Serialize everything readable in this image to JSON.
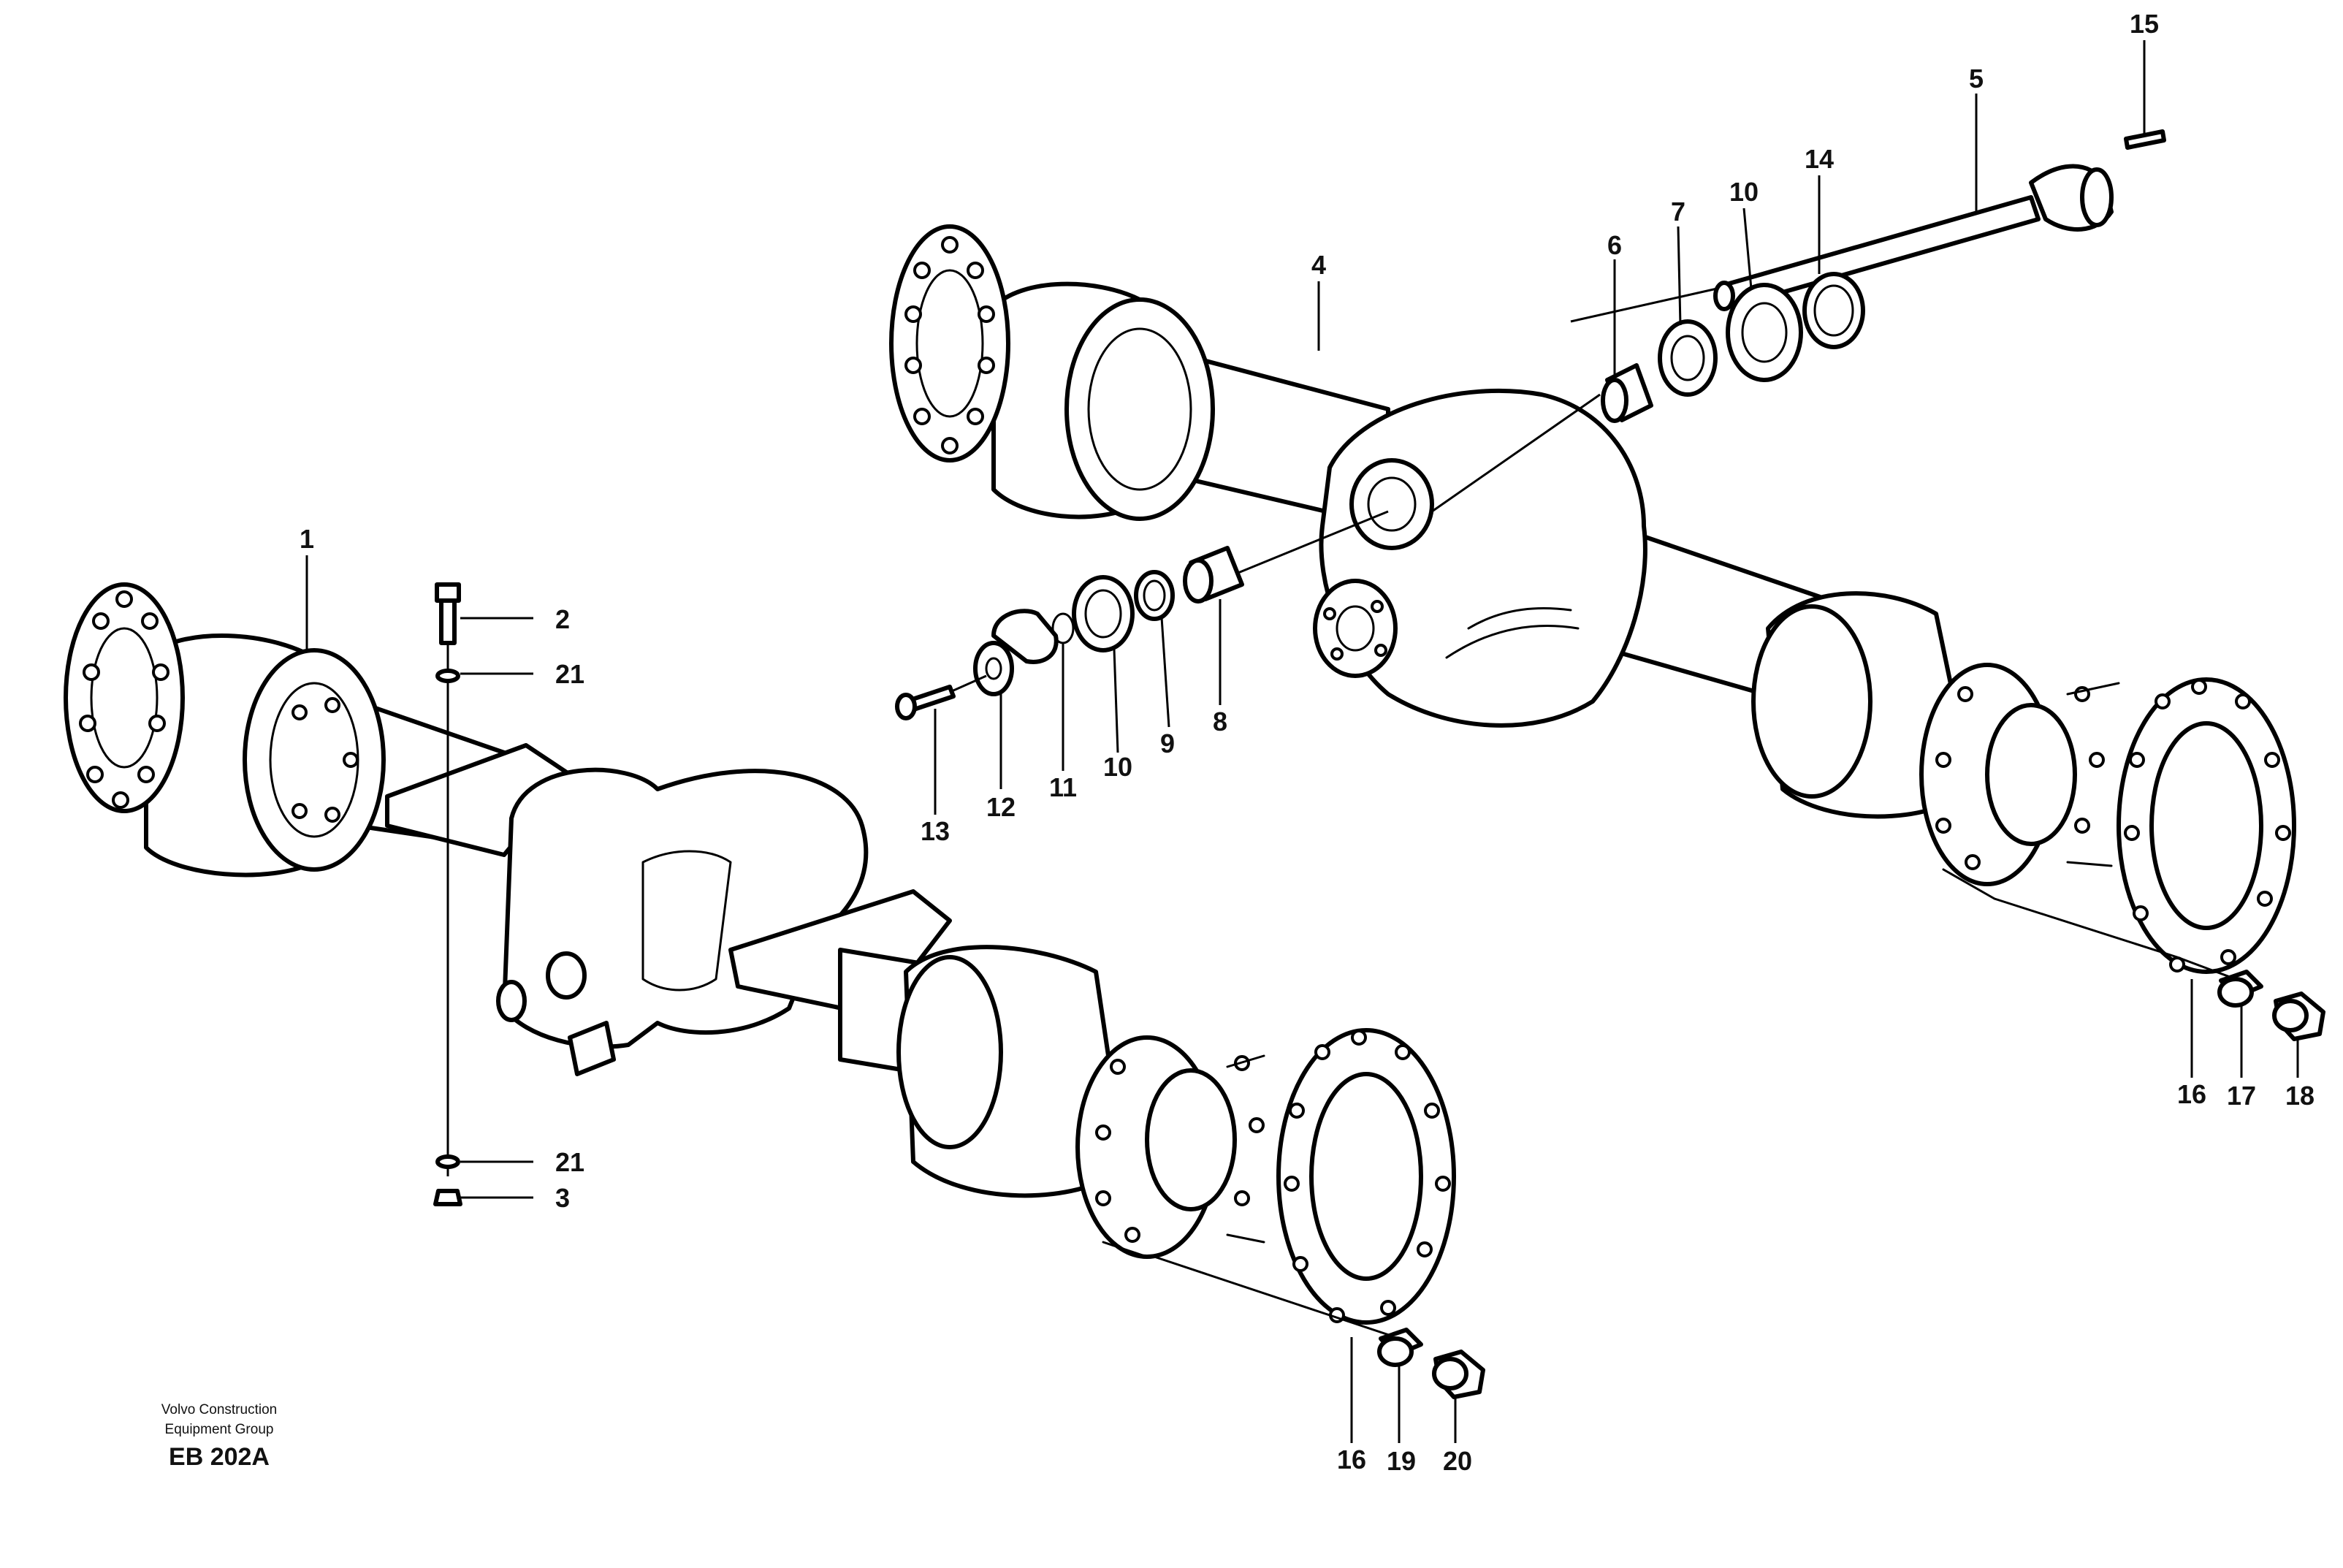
{
  "caption": {
    "company_line1": "Volvo Construction",
    "company_line2": "Equipment Group",
    "drawing_code": "EB 202A"
  },
  "callouts": {
    "c1": "1",
    "c2": "2",
    "c3": "3",
    "c4": "4",
    "c5": "5",
    "c6": "6",
    "c7": "7",
    "c8": "8",
    "c9": "9",
    "c10a": "10",
    "c10b": "10",
    "c11": "11",
    "c12": "12",
    "c13": "13",
    "c14": "14",
    "c15": "15",
    "c16a": "16",
    "c16b": "16",
    "c17": "17",
    "c18": "18",
    "c19": "19",
    "c20": "20",
    "c21a": "21",
    "c21b": "21"
  },
  "icons": {
    "front_axle": "axle-assembly-icon",
    "rear_axle": "axle-assembly-icon",
    "shaft": "shaft-icon",
    "flange_plate": "flange-plate-icon"
  }
}
